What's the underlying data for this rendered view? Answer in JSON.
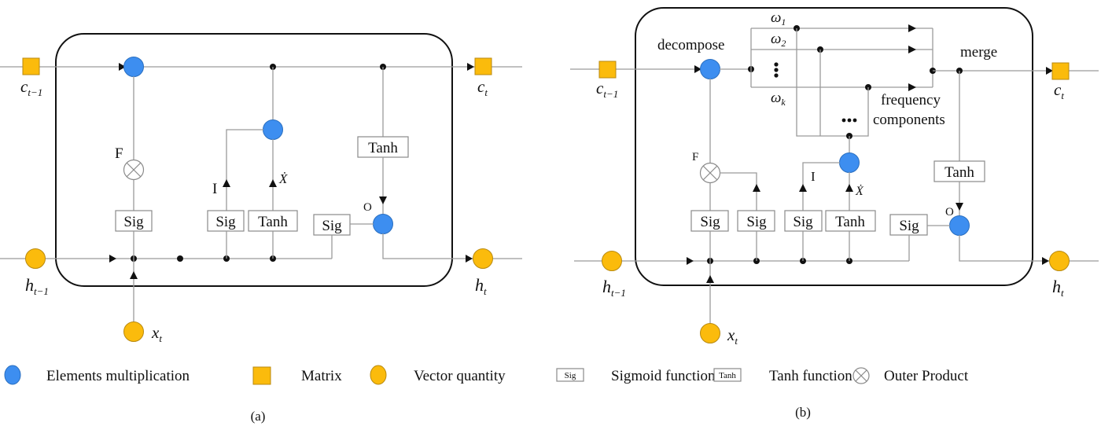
{
  "panel_a": {
    "caption": "(a)",
    "inputs": {
      "c_prev": "c",
      "c_prev_sub": "t−1",
      "h_prev": "h",
      "h_prev_sub": "t−1",
      "x": "x",
      "x_sub": "t"
    },
    "outputs": {
      "c": "c",
      "c_sub": "t",
      "h": "h",
      "h_sub": "t"
    },
    "gates": {
      "forget": "F",
      "input": "I",
      "candidate": "Ẋ",
      "output": "O"
    },
    "boxes": {
      "sig_forget": "Sig",
      "sig_input": "Sig",
      "tanh_candidate": "Tanh",
      "sig_output": "Sig",
      "tanh_cell": "Tanh"
    }
  },
  "panel_b": {
    "caption": "(b)",
    "inputs": {
      "c_prev": "c",
      "c_prev_sub": "t−1",
      "h_prev": "h",
      "h_prev_sub": "t−1",
      "x": "x",
      "x_sub": "t"
    },
    "outputs": {
      "c": "c",
      "c_sub": "t",
      "h": "h",
      "h_sub": "t"
    },
    "labels": {
      "decompose": "decompose",
      "merge": "merge",
      "freq1": "frequency",
      "freq2": "components",
      "vdots": "⋮",
      "hdots": "•••"
    },
    "omegas": [
      {
        "sym": "ω",
        "sub": "1"
      },
      {
        "sym": "ω",
        "sub": "2"
      },
      {
        "sym": "ω",
        "sub": "k"
      }
    ],
    "gates": {
      "forget": "F",
      "input": "I",
      "candidate": "Ẋ",
      "output": "O"
    },
    "boxes": {
      "sig_forget": "Sig",
      "sig_freq": "Sig",
      "sig_input": "Sig",
      "tanh_candidate": "Tanh",
      "sig_output": "Sig",
      "tanh_cell": "Tanh"
    }
  },
  "legend": [
    {
      "icon": "blue-circle",
      "label": "Elements multiplication"
    },
    {
      "icon": "orange-square",
      "label": "Matrix"
    },
    {
      "icon": "orange-circle",
      "label": "Vector quantity"
    },
    {
      "icon": "sig-box",
      "icon_text": "Sig",
      "label": "Sigmoid function"
    },
    {
      "icon": "tanh-box",
      "icon_text": "Tanh",
      "label": "Tanh function"
    },
    {
      "icon": "outer-product-circle",
      "label": "Outer Product"
    }
  ],
  "colors": {
    "multiplication": "#3d8ef0",
    "vector": "#fbbb0c",
    "matrix": "#fbbb0c"
  }
}
